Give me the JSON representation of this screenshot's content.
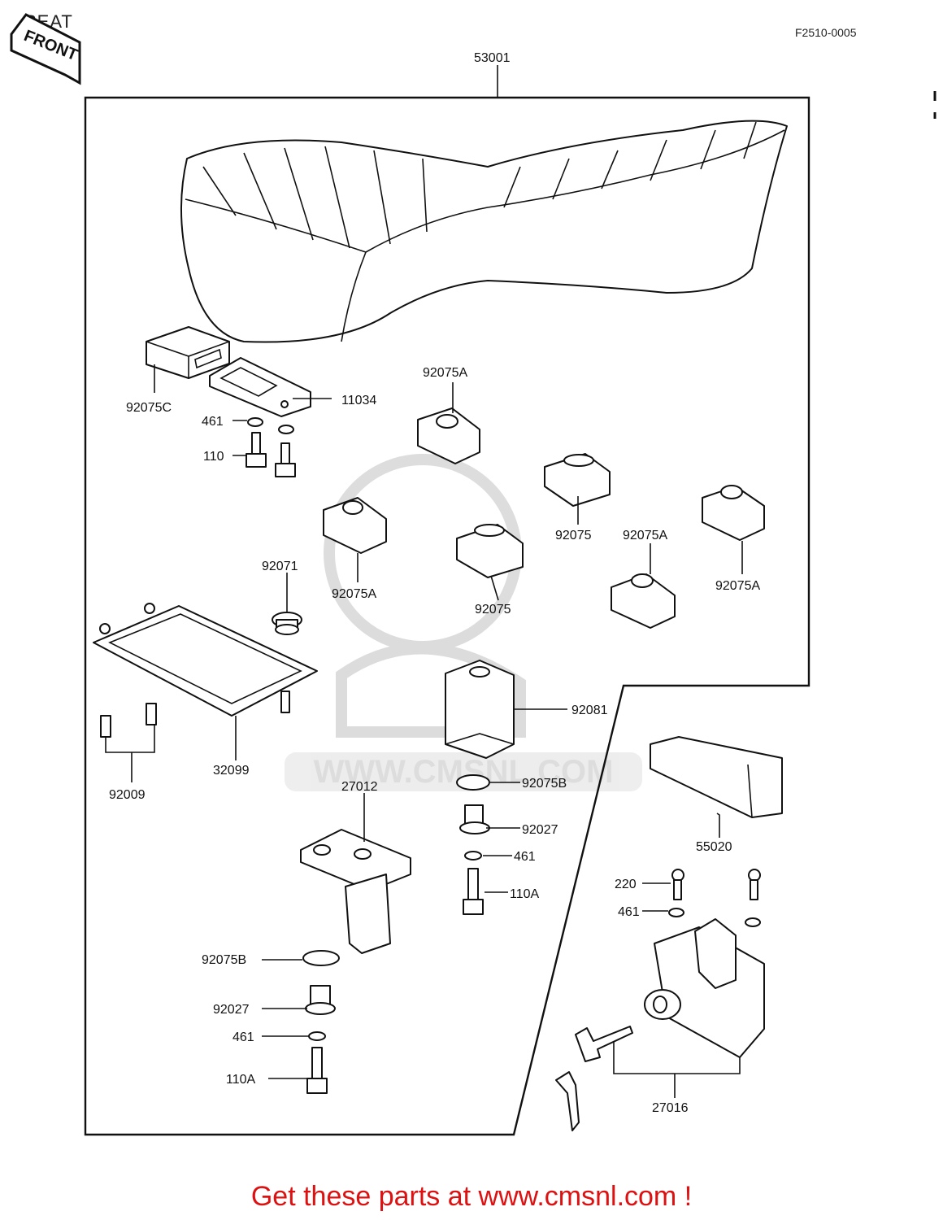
{
  "header": {
    "title": "SEAT",
    "diagram_code": "F2510-0005",
    "front_badge": "FRONT"
  },
  "watermark": "WWW.CMSNL.COM",
  "parts": [
    {
      "id": "p53001",
      "label": "53001"
    },
    {
      "id": "p92075C",
      "label": "92075C"
    },
    {
      "id": "p11034",
      "label": "11034"
    },
    {
      "id": "p461a",
      "label": "461"
    },
    {
      "id": "p110",
      "label": "110"
    },
    {
      "id": "p92075Aa",
      "label": "92075A"
    },
    {
      "id": "p92075a",
      "label": "92075"
    },
    {
      "id": "p92075Ab",
      "label": "92075A"
    },
    {
      "id": "p92071",
      "label": "92071"
    },
    {
      "id": "p92075Ac",
      "label": "92075A"
    },
    {
      "id": "p92075b",
      "label": "92075"
    },
    {
      "id": "p92075Ad",
      "label": "92075A"
    },
    {
      "id": "p92081",
      "label": "92081"
    },
    {
      "id": "p32099",
      "label": "32099"
    },
    {
      "id": "p92009",
      "label": "92009"
    },
    {
      "id": "p27012",
      "label": "27012"
    },
    {
      "id": "p92075Ba",
      "label": "92075B"
    },
    {
      "id": "p92027a",
      "label": "92027"
    },
    {
      "id": "p461b",
      "label": "461"
    },
    {
      "id": "p110Aa",
      "label": "110A"
    },
    {
      "id": "p55020",
      "label": "55020"
    },
    {
      "id": "p220",
      "label": "220"
    },
    {
      "id": "p461c",
      "label": "461"
    },
    {
      "id": "p92075Bb",
      "label": "92075B"
    },
    {
      "id": "p92027b",
      "label": "92027"
    },
    {
      "id": "p461d",
      "label": "461"
    },
    {
      "id": "p110Ab",
      "label": "110A"
    },
    {
      "id": "p27016",
      "label": "27016"
    }
  ],
  "footer": {
    "text": "Get these parts at www.cmsnl.com !",
    "color": "#dd1111"
  }
}
